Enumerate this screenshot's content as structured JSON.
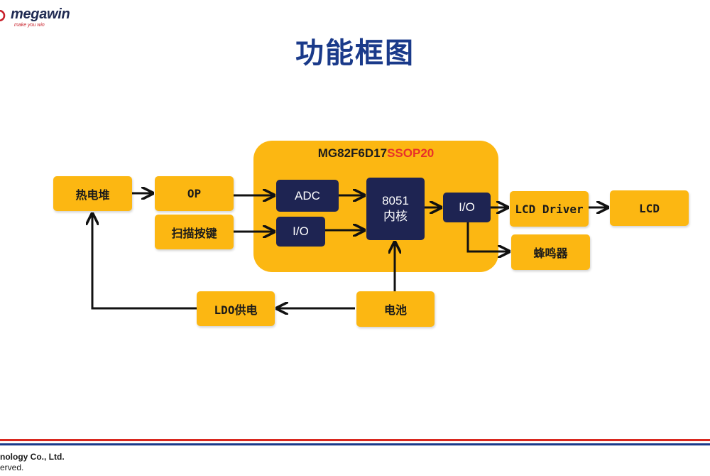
{
  "header": {
    "logo_text": "megawin",
    "logo_tagline": "make you win",
    "title": "功能框图"
  },
  "diagram": {
    "chip_label_part1": "MG82F6D17",
    "chip_label_part2": "SSOP20",
    "blocks": {
      "thermopile": "热电堆",
      "op": "OP",
      "keyscan": "扫描按键",
      "adc": "ADC",
      "io_in": "I/O",
      "core_line1": "8051",
      "core_line2": "内核",
      "io_out": "I/O",
      "lcd_driver": "LCD Driver",
      "lcd": "LCD",
      "buzzer": "蜂鸣器",
      "battery": "电池",
      "ldo": "LDO供电"
    }
  },
  "footer": {
    "company": "nology Co., Ltd.",
    "rights": "erved."
  },
  "colors": {
    "block_yellow": "#fcb712",
    "block_navy": "#1e2452",
    "title_blue": "#1a3a8a",
    "accent_red": "#e8312a"
  }
}
